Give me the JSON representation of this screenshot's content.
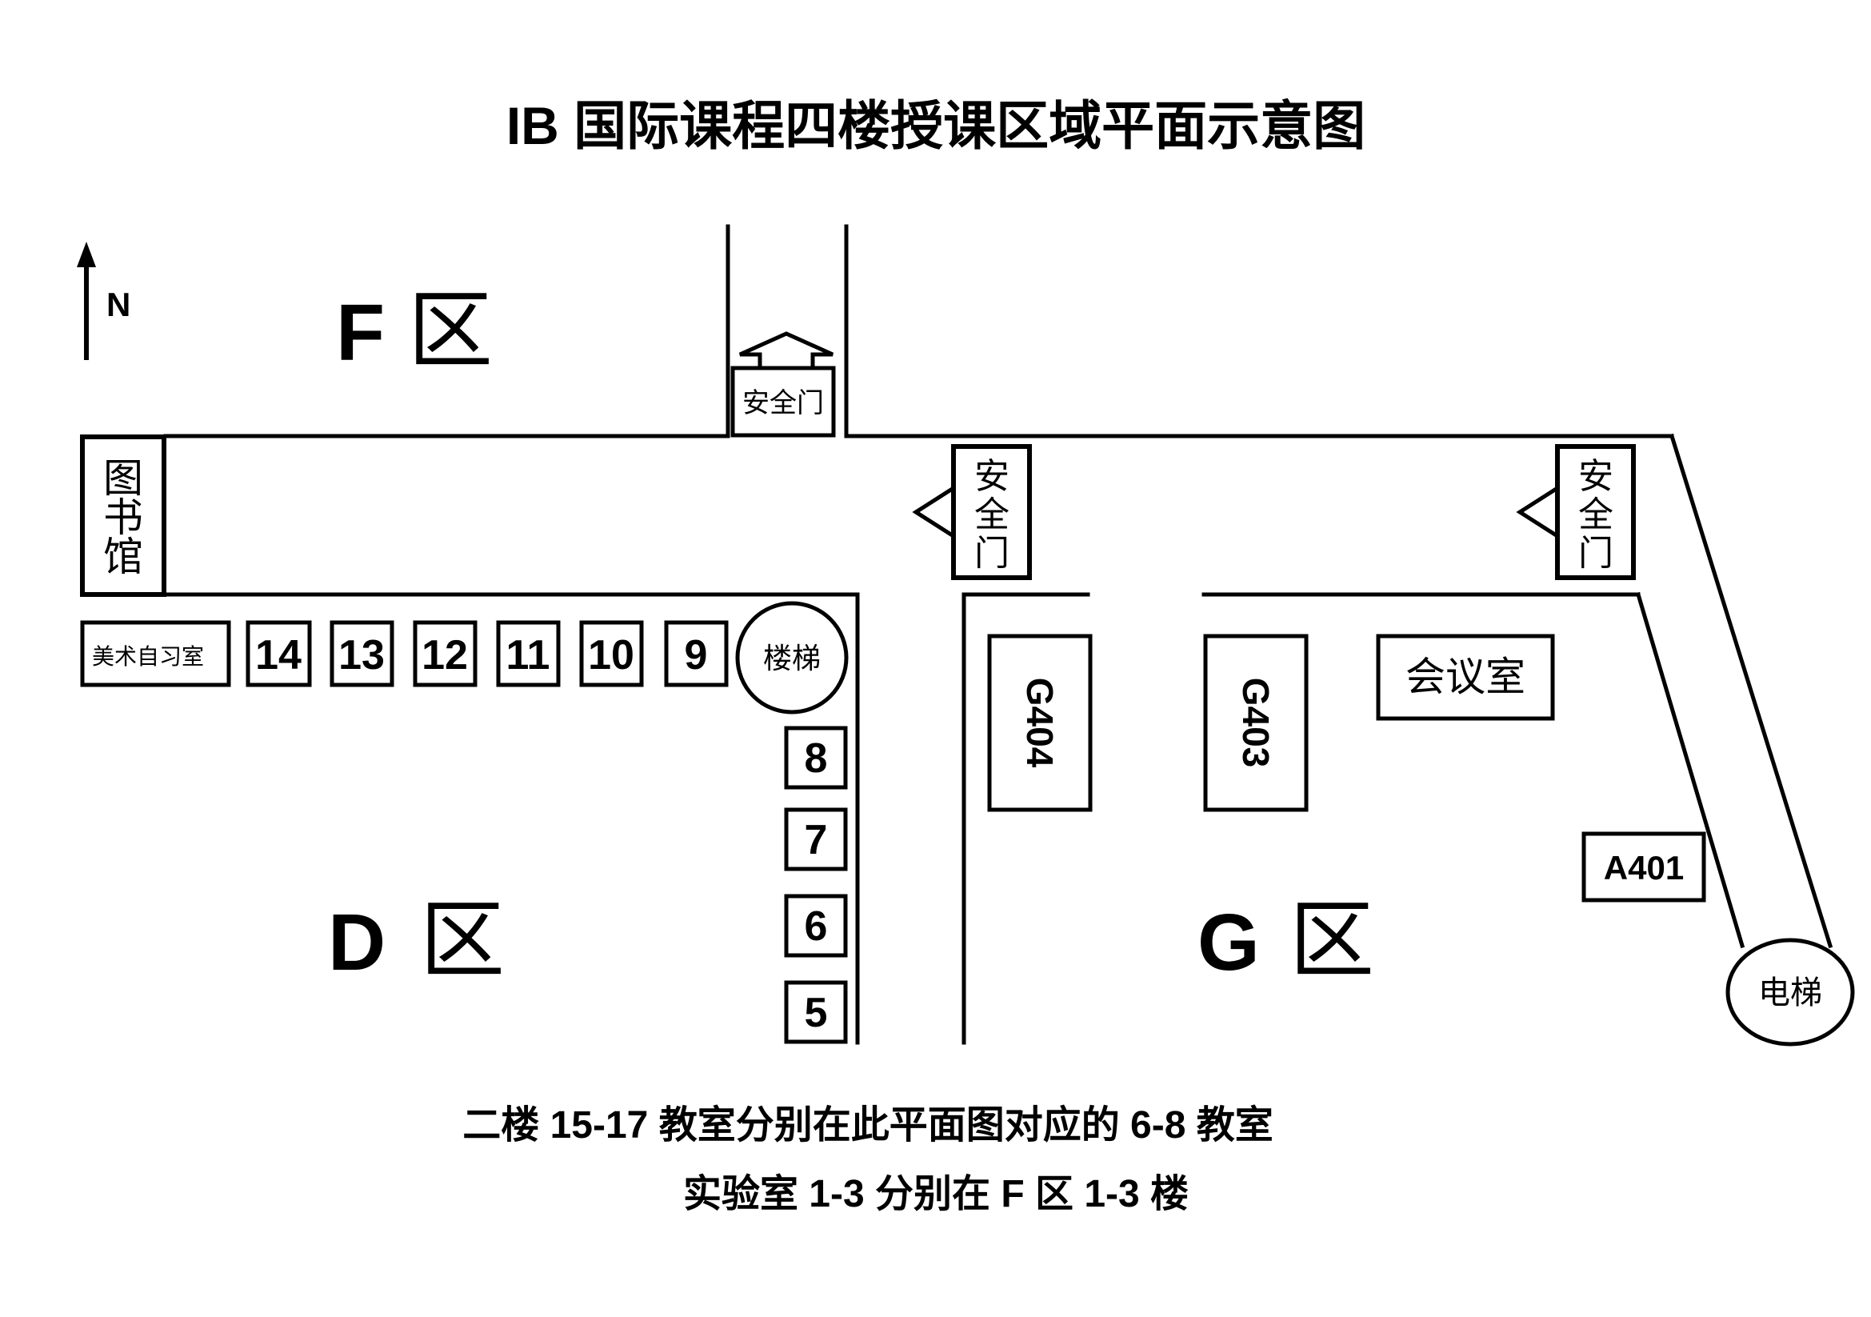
{
  "title": "IB 国际课程四楼授课区域平面示意图",
  "compass": {
    "label": "N"
  },
  "zones": {
    "F": {
      "letter": "F",
      "suffix": "区"
    },
    "D": {
      "letter": "D",
      "suffix": "区"
    },
    "G": {
      "letter": "G",
      "suffix": "区"
    }
  },
  "rooms": {
    "library": [
      "图",
      "书",
      "馆"
    ],
    "art_study": "美术自习室",
    "north_row": [
      "14",
      "13",
      "12",
      "11",
      "10",
      "9"
    ],
    "east_column": [
      "8",
      "7",
      "6",
      "5"
    ],
    "g404": "G404",
    "g403": "G403",
    "meeting": "会议室",
    "a401": "A401"
  },
  "stairs": "楼梯",
  "elevator": "电梯",
  "exits": {
    "north": "安全门",
    "center": [
      "安",
      "全",
      "门"
    ],
    "east": [
      "安",
      "全",
      "门"
    ]
  },
  "notes": [
    "二楼 15-17 教室分别在此平面图对应的 6-8 教室",
    "实验室 1-3 分别在 F 区 1-3 楼"
  ]
}
